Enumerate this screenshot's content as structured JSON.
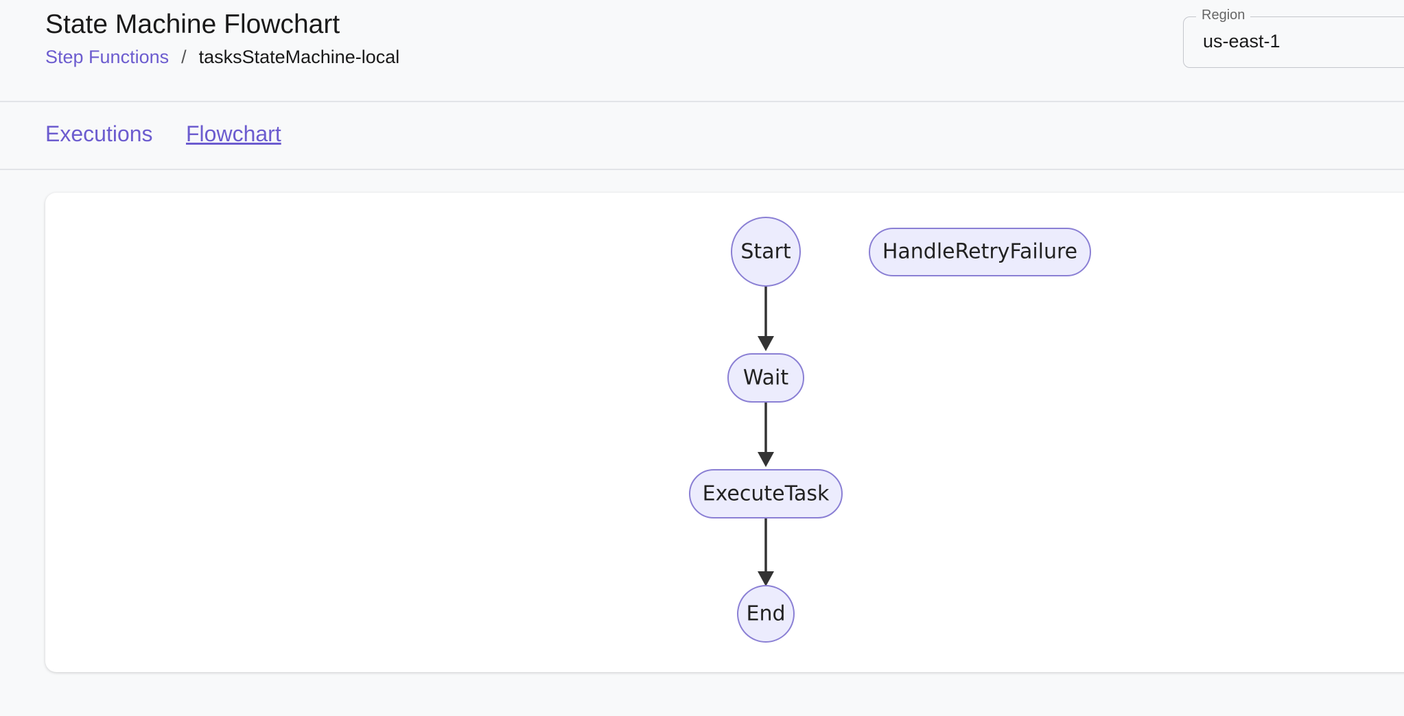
{
  "header": {
    "title": "State Machine Flowchart",
    "breadcrumb": {
      "parent": "Step Functions",
      "separator": "/",
      "current": "tasksStateMachine-local"
    }
  },
  "region": {
    "label": "Region",
    "value": "us-east-1"
  },
  "tabs": [
    {
      "label": "Executions",
      "active": false
    },
    {
      "label": "Flowchart",
      "active": true
    }
  ],
  "flowchart": {
    "nodes": [
      {
        "id": "start",
        "label": "Start",
        "shape": "circle"
      },
      {
        "id": "handle-retry-failure",
        "label": "HandleRetryFailure",
        "shape": "stadium"
      },
      {
        "id": "wait",
        "label": "Wait",
        "shape": "stadium"
      },
      {
        "id": "execute-task",
        "label": "ExecuteTask",
        "shape": "stadium"
      },
      {
        "id": "end",
        "label": "End",
        "shape": "circle"
      }
    ],
    "edges": [
      {
        "from": "start",
        "to": "wait"
      },
      {
        "from": "wait",
        "to": "execute-task"
      },
      {
        "from": "execute-task",
        "to": "end"
      }
    ]
  },
  "colors": {
    "accent": "#6c5ccf",
    "node_fill": "#ececfd",
    "node_stroke": "#8a7fd4",
    "edge": "#333333"
  }
}
